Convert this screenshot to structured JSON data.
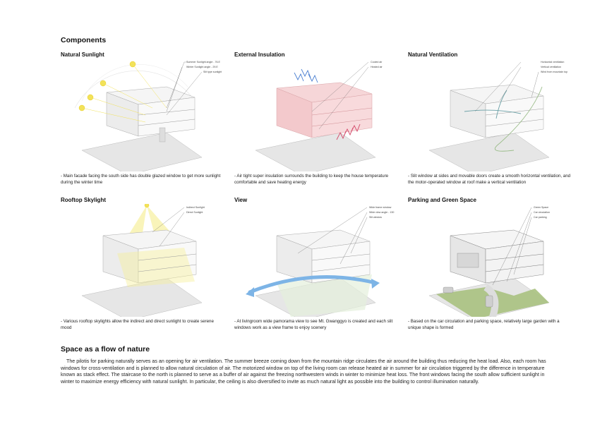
{
  "components_title": "Components",
  "panels": [
    {
      "title": "Natural Sunlight",
      "caption": "- Main facade facing the south side has double glazed window to get more sunlight during the winter time",
      "annotations": [
        "Summer Sunlight angle - 76.E",
        "Winter Sunlight angle - 29.E",
        "Slit type sunlight"
      ]
    },
    {
      "title": "External Insulation",
      "caption": "- Air tight super insulation surrounds the building to keep the house temperature comfortable and save heating energy",
      "annotations": [
        "Cooled air",
        "Heated air"
      ]
    },
    {
      "title": "Natural Ventilation",
      "caption": "- Slit window at sides and movable doors create a smooth horizontal ventilation, and the motor-operated window at roof make a vertical ventilation",
      "annotations": [
        "Horizontal ventilation",
        "Vertical ventilation",
        "Wind from mountain top"
      ]
    },
    {
      "title": "Rooftop Skylight",
      "caption": "- Various rooftop skylights allow the indirect and direct sunlight to create serene mood",
      "annotations": [
        "Indirect Sunlight",
        "Direct Sunlight"
      ]
    },
    {
      "title": "View",
      "caption": "- At livingroom wide pamorama view to see Mt. Gwanggyo is created and each slit windows work as a view frame to enjoy scenery",
      "annotations": [
        "Wide frame window",
        "Wide view angle - 130",
        "Slit window"
      ]
    },
    {
      "title": "Parking and Green Space",
      "caption": "- Based on the car circulation and parking space, relatively large garden with a unique shape is formed",
      "annotations": [
        "Green Space",
        "Car circulation",
        "Car parking"
      ]
    }
  ],
  "section_title": "Space as a flow of nature",
  "paragraph": "The pilotis for parking naturally serves as an opening for air ventilation. The summer breeze coming down from the mountain ridge circulates the air around the building thus reducing the heat load. Also, each room has windows for cross-ventilation and is planned to allow natural circulation of air. The motorized window on top of the living room can release heated air in summer for air circulation triggered by the difference in temperature known as stack effect. The staircase to the north is planned to serve as a buffer of air against the freezing northwestern winds in winter to minimize heat loss. The front windows facing the south allow sufficient sunlight in winter to maximize energy efficiency with natural sunlight. In particular, the ceiling is also diversified to invite as much natural light as possible into the building to control illumination naturally.",
  "colors": {
    "sun": "#f2e25a",
    "insulation": "#f3c9cc",
    "cool_air": "#4a7fd1",
    "heat_air": "#d44a6a",
    "vent": "#6aa0a6",
    "view_arrow": "#7db4e6",
    "green": "#a9c17f",
    "ground": "#e6e6e6"
  }
}
